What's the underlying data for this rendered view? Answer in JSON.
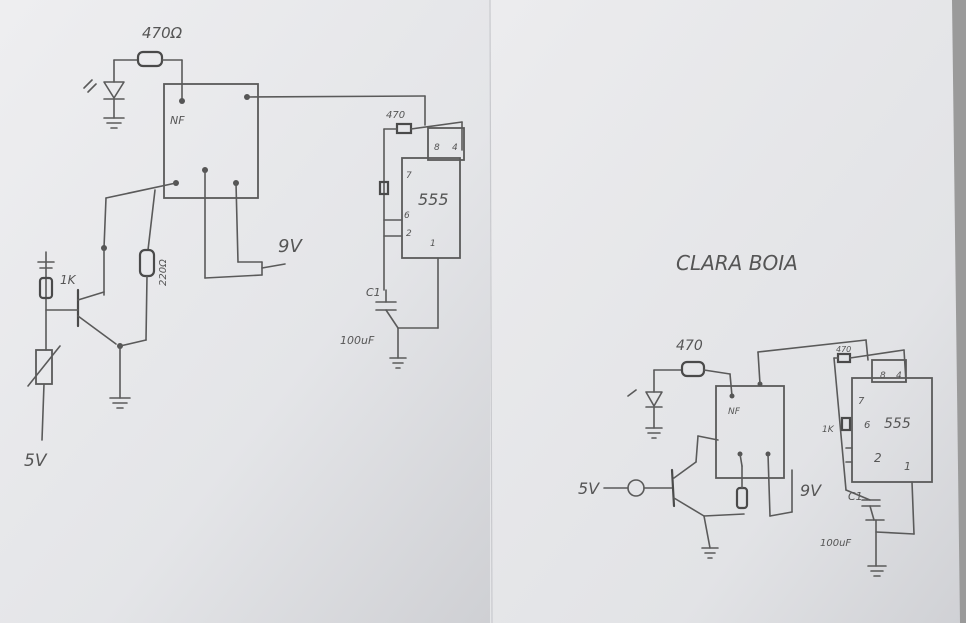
{
  "left_circuit": {
    "resistor_top": "470Ω",
    "relay_label": "NF",
    "supply_9v": "9V",
    "ic_resistor": "470",
    "ic_name": "555",
    "ic_pin_8": "8",
    "ic_pin_4": "4",
    "ic_pin_7": "7",
    "ic_pin_6": "6",
    "ic_pin_2": "2",
    "ic_pin_1": "1",
    "cap_name": "C1",
    "cap_value": "100uF",
    "base_resistor": "1K",
    "collector_resistor": "220Ω",
    "supply_5v": "5V"
  },
  "right_circuit": {
    "title": "CLARA BOIA",
    "resistor_top": "470",
    "relay_label": "NF",
    "ic_resistor": "470",
    "ic_name": "555",
    "ic_pin_8": "8",
    "ic_pin_4": "4",
    "ic_pin_7": "7",
    "ic_pin_6": "6",
    "ic_pin_2": "2",
    "ic_pin_1": "1",
    "ic_side_resistor": "1K",
    "supply_5v": "5V",
    "supply_9v": "9V",
    "cap_name": "C1",
    "cap_value": "100uF"
  }
}
